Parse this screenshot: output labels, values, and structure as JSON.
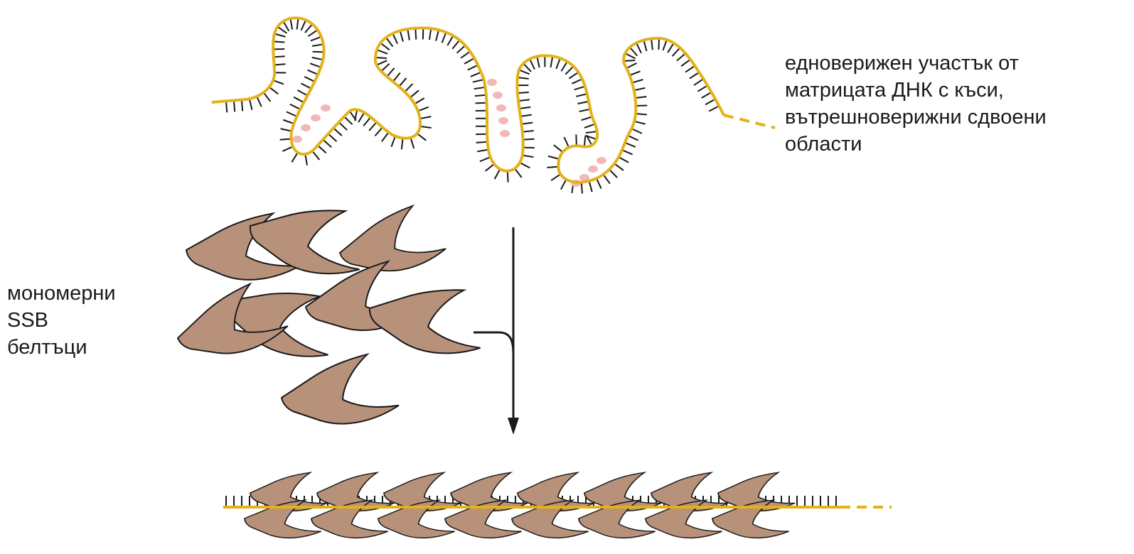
{
  "labels": {
    "single_strand": [
      "едноверижен участък от",
      "матрицата ДНК с къси,",
      "вътрешноверижни сдвоени",
      "области"
    ],
    "ssb_monomers": [
      "мономерни",
      "SSB",
      "белтъци"
    ]
  },
  "colors": {
    "dna_strand": "#e3b218",
    "bases": "#1a1a1a",
    "base_pairs": "#f2b8b8",
    "ssb_protein_fill": "#b8917a",
    "ssb_protein_outline": "#1a1a1a",
    "arrow": "#1a1a1a",
    "background": "#ffffff"
  },
  "icons": {
    "ssb_protein": "chevron-protein-icon",
    "arrow": "arrow-down-icon"
  }
}
